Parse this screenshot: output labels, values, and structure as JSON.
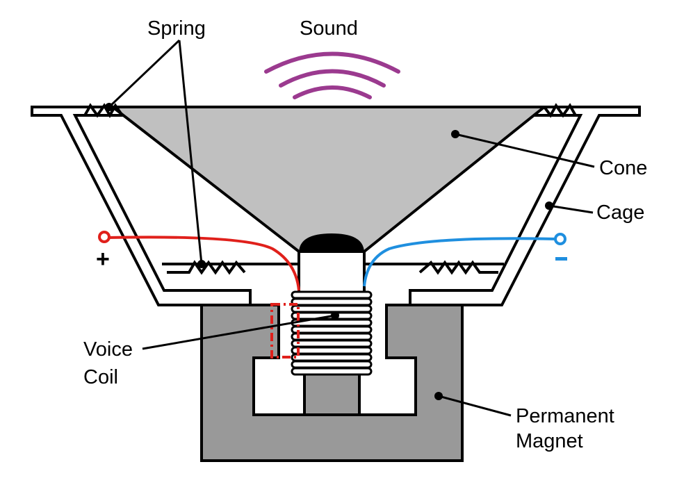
{
  "labels": {
    "spring": "Spring",
    "sound": "Sound",
    "cone": "Cone",
    "cage": "Cage",
    "voice_coil_line1": "Voice",
    "voice_coil_line2": "Coil",
    "magnet_line1": "Permanent",
    "magnet_line2": "Magnet",
    "plus": "+",
    "minus": "-"
  },
  "colors": {
    "cone_fill": "#c0c0c0",
    "magnet_fill": "#999999",
    "positive_wire": "#e0201b",
    "negative_wire": "#1f8fdf",
    "sound_waves": "#9b3a8f",
    "outline": "#000000"
  }
}
